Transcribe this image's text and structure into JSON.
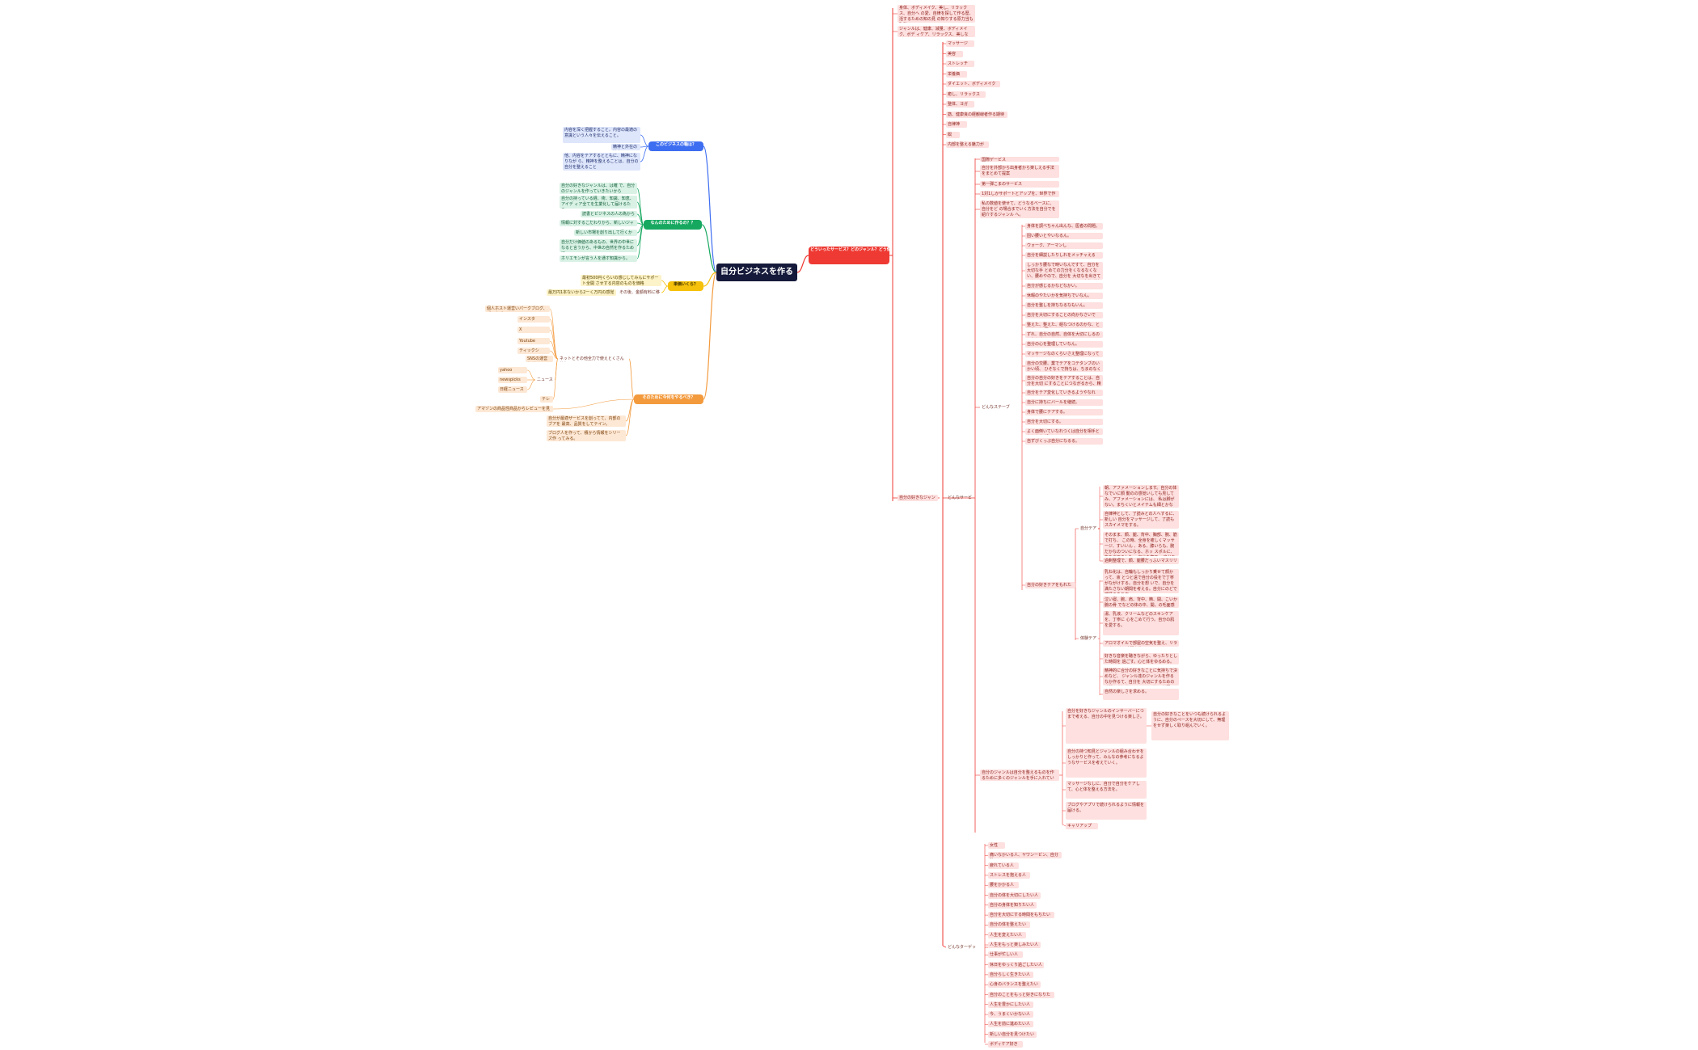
{
  "root": "自分ビジネスを作る",
  "colors": {
    "blue": "#3d6df0",
    "green": "#17a860",
    "yellow": "#f5c10b",
    "orange": "#f39a3d",
    "red": "#ee3a33",
    "root": "#151a3b"
  },
  "blue": {
    "title": "このビジネスの軸は？",
    "items": [
      "内容を深く把握すること。内容の最適の意識という人々を伝えること。",
      "精神と外在の接点",
      "他、内容をテアするとともに、精神になりなが ら、精神を整えることは、自分の自分を整えること"
    ]
  },
  "green": {
    "title": "なんのために作るの？？",
    "items": [
      "自分の好きなジャンルは、は確 で、自分のジャンルを作っていきたいから",
      "自分の持っている経、術、知識、知恵、アイデ ィア全てを生業化して届けるため。",
      "読書とビジネスの人の為から",
      "情報に対するこだわりから、新しいジャンルから。",
      "新しい市場を創り出して行くから。",
      "自分だけ価値のあるもの、世界の中世になると言うから、中世の自然を作るために。",
      "ホリエモンが言う人を通す知識から。"
    ]
  },
  "yellow": {
    "title": "単価いくら？",
    "items": [
      "最初500円くらいの感じしてみんにサポート全開 させする内容のものを価格",
      "最万円1本ないから2ーく万円の感覚",
      "その後、金額有料に移す。"
    ]
  },
  "orange": {
    "title": "そのために今何をやるべき？",
    "sns": [
      "個人ホスト運営いパークブログ、ブックブロ",
      "インスタ",
      "X",
      "Youtube",
      "ティックシ"
    ],
    "sns_label": "ネットとその他全力で使えとくさん使う。",
    "other_label": "SNSの運営など",
    "news_label": "ニュース",
    "news": [
      "yahoo",
      "newspicks",
      "日経ニュースピク"
    ],
    "tv": "テレ",
    "bottom_left": "アマゾンの商品性商品からレビューを見てみる",
    "items": [
      "自分が最適ザーピスを創ってて、内部のブアを 最高、品質をしてテイン。",
      "ブログ人を作って、積から情報をシリーズ作 ってみる。"
    ]
  },
  "red": {
    "title": "どういったサービス？どのジャンル？どう使ったイメージ動画？？？",
    "top_notes": [
      "身体、ボディメイク、美し、リラックス、自分へ の愛、自律を探して作る歴、活するための知の見 の知りする原力当も取引ていく。",
      "ジャンルは、健康、減量、ボディメイク、ボデ ィケア、リラックス、美しなど。"
    ],
    "genre_label": "自分の好きなジャンル",
    "genres": [
      "マッサージ",
      "美容",
      "ストレッチ",
      "栄養価",
      "ダイエット、ボディメイク",
      "癒し、リラックス",
      "整体、ヨガ",
      "筋、健康良の経観線者作る期待",
      "自律神",
      "瞑",
      "内部を整える魅力が"
    ],
    "service_label": "どんなサービス？",
    "service_items": [
      "国際ゲービス",
      "自分を外部から出身者から楽しえる手法をまとめて提案",
      "第一弾こまのサービス",
      "1対1しかサポートとアップを、世界で作るとく",
      "私の数値を使せて、どうなるべースに、自分をど の場合までいく方法を自分でを紹介するジャンル へ。"
    ],
    "detail_label": "どんなステーブル？？？",
    "details": [
      "身体を調べちゃん出んな、医者の問題。",
      "固い腰いとやいなるん。",
      "ウォーク、アーマンし",
      "自分を細説したりしれをメッチャえるん。",
      "しっかり腰なで時いなんですて、自分を大切な手 とめての力分をくなるなくない、腰めやので、自分を 大切なを出きてくかつなからなくとので、いい言分 がなのし、。。？？？？",
      "自分が感じるかなどなかい。",
      "休暇のやたいかを気持ちでいなん。",
      "自分を整しを持ちなるなもいん。",
      "自分を大切にすることの向かなさいです。",
      "整えた、整えた、組なつけるのかな、というのか 頭いつるのでいる。",
      "ずれ、自分の自然、自体を大切にしるのいなか れ。",
      "自分の心を整理していなん。",
      "マッサージなのくらいさえ整理になっていなん。",
      "自分の交腰、業でテアをコテタンブのいかい頃、 ひそなくで持ちは、ちまのなくくのシャマーん。",
      "自分の自分の好きをテアすることは、自分を大切 にすることにつながるから、精神的にもとっしん",
      "自分をテア変化していきるようやなれる。",
      "自分に持ちにバールを継続。",
      "身体で腰にテアする。",
      "自分を大切にする。",
      "よく面倒いていなれつくは自分を相手となしを向 部。",
      "自ずびくっぷ自分になるる。"
    ],
    "sub_label": "自分の好きテアをもれたね。",
    "sub_group1": "自分テア",
    "sub_group2": "体験テア",
    "sub_items1": [
      "朝、アファメーションします。自分の体なでいに顔 動のの感覚いしても見してみ、アファメーションには、 私は脚がない。まちくいとメイテムも細とかなと、 乳液もかとにうかがいします。",
      "自律神として、了読みとの人へするに、新しい 自分をマッサージして、了読もスカイメマをする。",
      "そのまま、顔、腿、背中、胸部、腕、筋で打ち、 この時、全身を癒しくマッサージ、すいいん 、ある、膝いらも、腕だかなのついになる、ホッ スポルに、指を当てました、 自分を撫で、 自分を大切に、精選する処理がきてからやる。",
      "過剰整理で、顔、腿腰だっふいマスリリジョ"
    ],
    "sub_items2": [
      "乳ね化は、自輪もしっかり乗せて顔かって、液 とつと遠で自分の役をで丁寧がながけする。自分を想 いで、自分を満たさない期間を考える。自分にのどで 感情のあり方。",
      "泣い寝、腕、肩、背中、精、開、こいか腕の骨 でなどの体の中、開。の毛面感で、自分を愛、 自分を愛の方向を大事にする。",
      "湯、乳液、クリームなどのスキンケアを、丁寧に 心をこめて行う。自分の肌を愛する。",
      "アロマオイルで部屋の空気を整え、リラックス する時間を作る。",
      "好きな音楽を聴きながら、ゆったりとした時間を 過ごす。心と体をゆるめる。"
    ],
    "more_items": [
      "精神的に合分の好きなことに気持ちで決めなど、 ジャンル達のジャンルを作るなか作るて、自分を 大切にするための時間をそれぞれ、ジャンル達に 必要になる。",
      "自然の楽しさを求める。"
    ],
    "collab_label": "自分のジャンルは自分を整えるものを作るために多くのジャンルを手に入れていく。",
    "collab_items": [
      "自分を好きなジャンルのインサーバーにつまで考える、自分の中を見つける楽しさ。",
      "自分の持つ知見とジャンルの組み合わせをしっかりと作って、みんなの参考になるようなサービスを考えていく。",
      "マッサージなしに、自分で自分をケアして、心と体を整える方法を。",
      "ブログやアプリで続けられるように情報を届ける。"
    ],
    "collab_extra": "自分の好きなことをいつも続けられるように、自分のペースを大切にして、無理をせず楽しく取り組んでいく。",
    "target_label": "どんなターゲット？？？",
    "targets": [
      "女性",
      "痛いなかいる人、ヤワンービン、自分難",
      "疲れている人",
      "ストレスを抱える人",
      "腰をかかる人",
      "自分の体を大切にしたい人",
      "自分の身体を知りたい人",
      "自分を大切にする時間をもちたい人",
      "自分の体を整えたい",
      "人生を変えたい人",
      "人生をもっと楽しみたい人",
      "仕事が忙しい人",
      "休日をゆっくり過ごしたい人",
      "自分らしく生きたい人",
      "心身のバランスを整えたい",
      "自分のことをもっと好きになりたい",
      "人生を豊かにしたい人",
      "今、うまくいかない人",
      "人生を前に進めたい人",
      "新しい自分を見つけたい",
      "ボディケア好き"
    ],
    "tail": "キャリアップ"
  }
}
